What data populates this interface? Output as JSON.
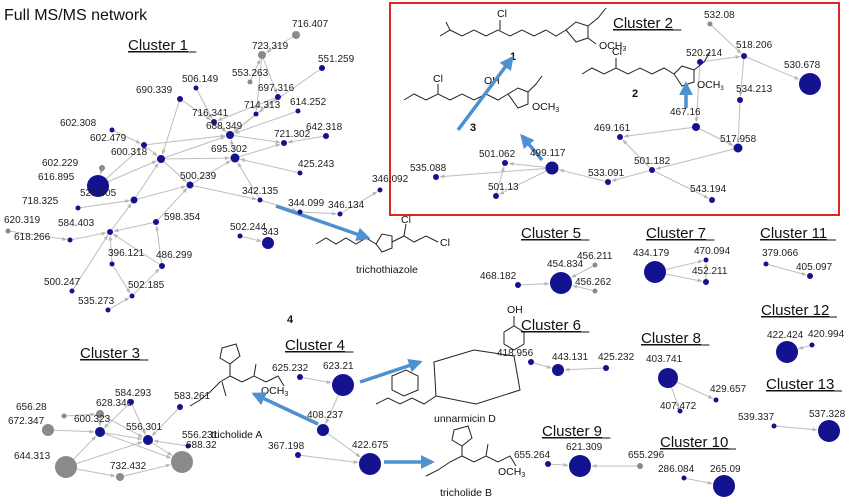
{
  "header": {
    "title": "Full MS/MS network"
  },
  "colors": {
    "node_blue": "#13128f",
    "node_gray": "#8a8a8a",
    "edge": "#bdbdbd",
    "arrow": "#4f90cf",
    "highlight_box": "#e32222"
  },
  "clusters": [
    {
      "id": "c1",
      "label": "Cluster 1"
    },
    {
      "id": "c2",
      "label": "Cluster 2"
    },
    {
      "id": "c3",
      "label": "Cluster 3"
    },
    {
      "id": "c4",
      "label": "Cluster 4"
    },
    {
      "id": "c5",
      "label": "Cluster 5"
    },
    {
      "id": "c6",
      "label": "Cluster 6"
    },
    {
      "id": "c7",
      "label": "Cluster 7"
    },
    {
      "id": "c8",
      "label": "Cluster 8"
    },
    {
      "id": "c9",
      "label": "Cluster 9"
    },
    {
      "id": "c10",
      "label": "Cluster 10"
    },
    {
      "id": "c11",
      "label": "Cluster 11"
    },
    {
      "id": "c12",
      "label": "Cluster 12"
    },
    {
      "id": "c13",
      "label": "Cluster 13"
    }
  ],
  "compounds": {
    "c1": "1",
    "c2": "2",
    "c3": "3",
    "c4": "4",
    "trichothiazole": "trichothiazole",
    "tricholide_a": "tricholide A",
    "tricholide_b": "tricholide B",
    "unnarmicin_d": "unnarmicin D",
    "methoxy": "OCH",
    "methoxy_sub": "3",
    "chloro": "Cl",
    "hydroxy": "OH"
  },
  "nodes": [
    {
      "id": "n553_263",
      "label": "553.263",
      "color": "gray"
    },
    {
      "id": "n716_407",
      "label": "716.407",
      "color": "gray"
    },
    {
      "id": "n723_319",
      "label": "723.319",
      "color": "gray"
    },
    {
      "id": "n551_259",
      "label": "551.259",
      "color": "blue"
    },
    {
      "id": "n690_339",
      "label": "690.339",
      "color": "blue"
    },
    {
      "id": "n506_149",
      "label": "506.149",
      "color": "blue"
    },
    {
      "id": "n697_316",
      "label": "697.316",
      "color": "blue"
    },
    {
      "id": "n716_341",
      "label": "716.341",
      "color": "blue"
    },
    {
      "id": "n688_349",
      "label": "688.349",
      "color": "blue"
    },
    {
      "id": "n714_313",
      "label": "714.313",
      "color": "blue"
    },
    {
      "id": "n614_252",
      "label": "614.252",
      "color": "blue"
    },
    {
      "id": "n602_308",
      "label": "602.308",
      "color": "blue"
    },
    {
      "id": "n602_479",
      "label": "602.479",
      "color": "blue"
    },
    {
      "id": "n721_302",
      "label": "721.302",
      "color": "blue"
    },
    {
      "id": "n642_318",
      "label": "642.318",
      "color": "blue"
    },
    {
      "id": "n600_318",
      "label": "600.318",
      "color": "blue"
    },
    {
      "id": "n695_302",
      "label": "695.302",
      "color": "blue"
    },
    {
      "id": "n602_229",
      "label": "602.229",
      "color": "gray"
    },
    {
      "id": "n616_895",
      "label": "616.895",
      "color": "blue"
    },
    {
      "id": "n425_243",
      "label": "425.243",
      "color": "blue"
    },
    {
      "id": "n500_239",
      "label": "500.239",
      "color": "blue"
    },
    {
      "id": "n528_805",
      "label": "528.805",
      "color": "blue"
    },
    {
      "id": "n718_325",
      "label": "718.325",
      "color": "blue"
    },
    {
      "id": "n342_135",
      "label": "342.135",
      "color": "blue"
    },
    {
      "id": "n344_099",
      "label": "344.099",
      "color": "blue"
    },
    {
      "id": "n346_134",
      "label": "346.134",
      "color": "blue"
    },
    {
      "id": "n346_092",
      "label": "346.092",
      "color": "blue"
    },
    {
      "id": "n620_319",
      "label": "620.319",
      "color": "gray"
    },
    {
      "id": "n584_403",
      "label": "584.403",
      "color": "blue"
    },
    {
      "id": "n618_266",
      "label": "618.266",
      "color": "blue"
    },
    {
      "id": "n598_354",
      "label": "598.354",
      "color": "blue"
    },
    {
      "id": "n502_244",
      "label": "502.244",
      "color": "blue"
    },
    {
      "id": "n343",
      "label": "343",
      "color": "blue"
    },
    {
      "id": "n396_121",
      "label": "396.121",
      "color": "blue"
    },
    {
      "id": "n486_299",
      "label": "486.299",
      "color": "blue"
    },
    {
      "id": "n500_247",
      "label": "500.247",
      "color": "blue"
    },
    {
      "id": "n502_185",
      "label": "502.185",
      "color": "blue"
    },
    {
      "id": "n535_273",
      "label": "535.273",
      "color": "blue"
    },
    {
      "id": "n532_08",
      "label": "532.08",
      "color": "gray"
    },
    {
      "id": "n518_206",
      "label": "518.206",
      "color": "blue"
    },
    {
      "id": "n520_214",
      "label": "520.214",
      "color": "blue"
    },
    {
      "id": "n530_678",
      "label": "530.678",
      "color": "blue"
    },
    {
      "id": "n534_213",
      "label": "534.213",
      "color": "blue"
    },
    {
      "id": "n469_161",
      "label": "469.161",
      "color": "blue"
    },
    {
      "id": "n467_16",
      "label": "467.16",
      "color": "blue"
    },
    {
      "id": "n517_958",
      "label": "517.958",
      "color": "blue"
    },
    {
      "id": "n501_062",
      "label": "501.062",
      "color": "blue"
    },
    {
      "id": "n499_117",
      "label": "499.117",
      "color": "blue"
    },
    {
      "id": "n535_088",
      "label": "535.088",
      "color": "blue"
    },
    {
      "id": "n501_182",
      "label": "501.182",
      "color": "blue"
    },
    {
      "id": "n501_13",
      "label": "501.13",
      "color": "blue"
    },
    {
      "id": "n533_091",
      "label": "533.091",
      "color": "blue"
    },
    {
      "id": "n543_194",
      "label": "543.194",
      "color": "blue"
    },
    {
      "id": "n656_28",
      "label": "656.28",
      "color": "gray"
    },
    {
      "id": "n628_346",
      "label": "628.346",
      "color": "gray"
    },
    {
      "id": "n584_293",
      "label": "584.293",
      "color": "blue"
    },
    {
      "id": "n583_261",
      "label": "583.261",
      "color": "blue"
    },
    {
      "id": "n672_347",
      "label": "672.347",
      "color": "gray"
    },
    {
      "id": "n600_323",
      "label": "600.323",
      "color": "blue"
    },
    {
      "id": "n556_301",
      "label": "556.301",
      "color": "blue"
    },
    {
      "id": "n556_231",
      "label": "556.231",
      "color": "blue"
    },
    {
      "id": "n644_313",
      "label": "644.313",
      "color": "gray"
    },
    {
      "id": "n732_432",
      "label": "732.432",
      "color": "gray"
    },
    {
      "id": "n688_32",
      "label": "688.32",
      "color": "gray"
    },
    {
      "id": "n625_232",
      "label": "625.232",
      "color": "blue"
    },
    {
      "id": "n623_21",
      "label": "623.21",
      "color": "blue"
    },
    {
      "id": "n408_237",
      "label": "408.237",
      "color": "blue"
    },
    {
      "id": "n367_198",
      "label": "367.198",
      "color": "blue"
    },
    {
      "id": "n422_675",
      "label": "422.675",
      "color": "blue"
    },
    {
      "id": "n456_211",
      "label": "456.211",
      "color": "gray"
    },
    {
      "id": "n454_834",
      "label": "454.834",
      "color": "blue"
    },
    {
      "id": "n468_182",
      "label": "468.182",
      "color": "blue"
    },
    {
      "id": "n456_262",
      "label": "456.262",
      "color": "gray"
    },
    {
      "id": "n418_956",
      "label": "418.956",
      "color": "blue"
    },
    {
      "id": "n443_131",
      "label": "443.131",
      "color": "blue"
    },
    {
      "id": "n425_232",
      "label": "425.232",
      "color": "blue"
    },
    {
      "id": "n655_264",
      "label": "655.264",
      "color": "blue"
    },
    {
      "id": "n621_309",
      "label": "621.309",
      "color": "blue"
    },
    {
      "id": "n655_296",
      "label": "655.296",
      "color": "gray"
    },
    {
      "id": "n434_179",
      "label": "434.179",
      "color": "blue"
    },
    {
      "id": "n470_094",
      "label": "470.094",
      "color": "blue"
    },
    {
      "id": "n452_211",
      "label": "452.211",
      "color": "blue"
    },
    {
      "id": "n403_741",
      "label": "403.741",
      "color": "blue"
    },
    {
      "id": "n429_657",
      "label": "429.657",
      "color": "blue"
    },
    {
      "id": "n407_472",
      "label": "407.472",
      "color": "blue"
    },
    {
      "id": "n286_084",
      "label": "286.084",
      "color": "blue"
    },
    {
      "id": "n265_09",
      "label": "265.09",
      "color": "blue"
    },
    {
      "id": "n379_066",
      "label": "379.066",
      "color": "blue"
    },
    {
      "id": "n405_097",
      "label": "405.097",
      "color": "blue"
    },
    {
      "id": "n422_424",
      "label": "422.424",
      "color": "blue"
    },
    {
      "id": "n420_994",
      "label": "420.994",
      "color": "blue"
    },
    {
      "id": "n539_337",
      "label": "539.337",
      "color": "blue"
    },
    {
      "id": "n537_328",
      "label": "537.328",
      "color": "blue"
    }
  ]
}
